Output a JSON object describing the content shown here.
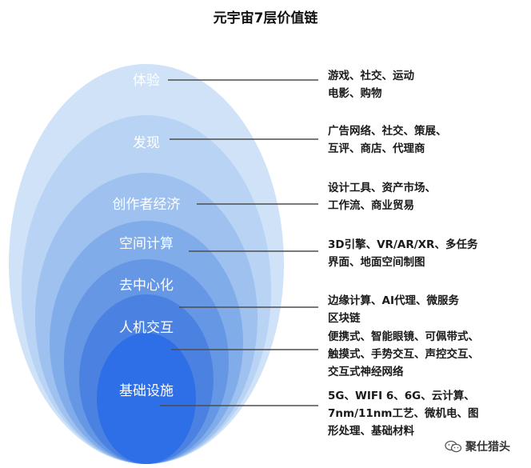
{
  "title": "元宇宙7层价值链",
  "colors": {
    "outer_layer": "#cfe2f8",
    "inner_layer": "#2e6ee6",
    "label_text": "#ffffff",
    "leader_line": "#4d4d4d"
  },
  "layers": [
    {
      "label": "体验",
      "description": [
        "游戏、社交、运动",
        "电影、购物"
      ]
    },
    {
      "label": "发现",
      "description": [
        "广告网络、社交、策展、",
        "互评、商店、代理商"
      ]
    },
    {
      "label": "创作者经济",
      "description": [
        "设计工具、资产市场、",
        "工作流、商业贸易"
      ]
    },
    {
      "label": "空间计算",
      "description": [
        "3D引擎、VR/AR/XR、多任务",
        "界面、地面空间制图"
      ]
    },
    {
      "label": "去中心化",
      "description": [
        "边缘计算、AI代理、微服务",
        "区块链"
      ]
    },
    {
      "label": "人机交互",
      "description": [
        "便携式、智能眼镜、可佩带式、",
        "触摸式、手势交互、声控交互、",
        "交互式神经网络"
      ]
    },
    {
      "label": "基础设施",
      "description": [
        "5G、WIFI 6、6G、云计算、",
        "7nm/11nm工艺、微机电、图",
        "形处理、基础材料"
      ]
    }
  ],
  "watermark": {
    "text": "聚仕猎头",
    "icon": "wechat-icon"
  }
}
